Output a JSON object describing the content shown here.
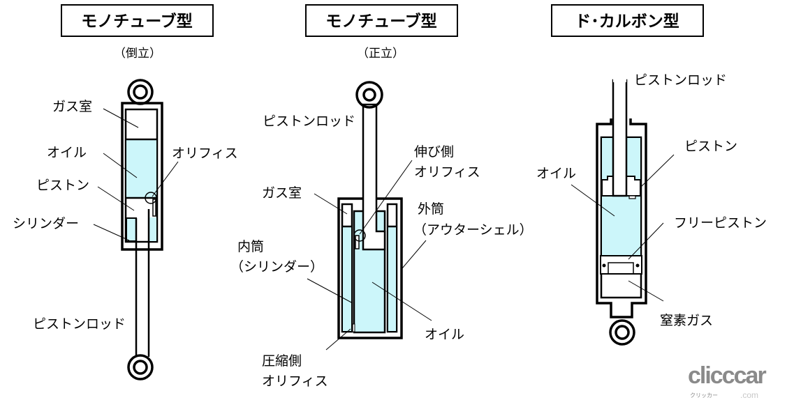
{
  "colors": {
    "oil": "#ccf6fa",
    "line": "#000000",
    "logo": "#8a8a8a"
  },
  "diagrams": [
    {
      "title": "モノチューブ型",
      "subtitle": "（倒立）",
      "labels": {
        "gas": "ガス室",
        "oil": "オイル",
        "piston": "ピストン",
        "cylinder": "シリンダー",
        "orifice": "オリフィス",
        "rod": "ピストンロッド"
      }
    },
    {
      "title": "モノチューブ型",
      "subtitle": "（正立）",
      "labels": {
        "rod": "ピストンロッド",
        "ext_1": "伸び側",
        "ext_2": "オリフィス",
        "gas": "ガス室",
        "outer_1": "外筒",
        "outer_2": "（アウターシェル）",
        "inner_1": "内筒",
        "inner_2": "（シリンダー）",
        "oil": "オイル",
        "comp_1": "圧縮側",
        "comp_2": "オリフィス"
      }
    },
    {
      "title": "ド･カルボン型",
      "labels": {
        "rod": "ピストンロッド",
        "piston": "ピストン",
        "oil": "オイル",
        "free_piston": "フリーピストン",
        "nitrogen": "窒素ガス"
      }
    }
  ],
  "watermark": {
    "text": "clicccar",
    "sub": "クリッカー",
    "domain": ".com"
  }
}
